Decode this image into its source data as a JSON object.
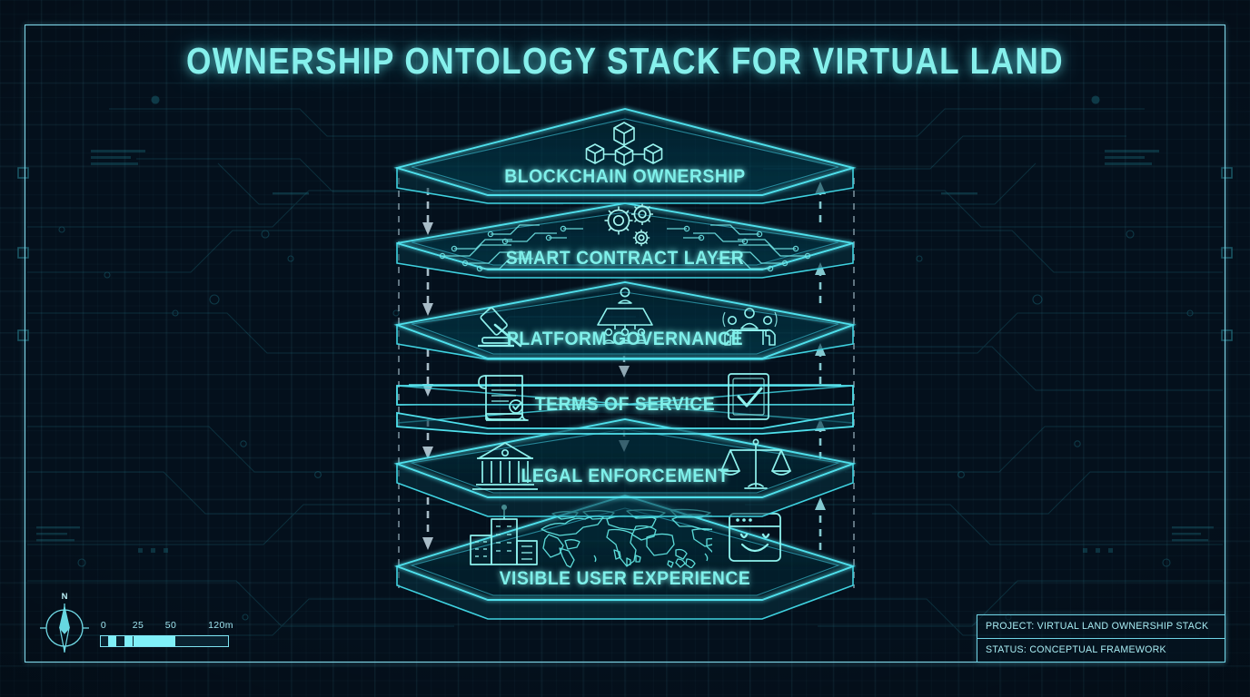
{
  "title": "OWNERSHIP ONTOLOGY STACK FOR VIRTUAL LAND",
  "colors": {
    "accent": "#7ff0ea",
    "line": "#4fd6e0",
    "dim_line": "#2f8ea0",
    "background": "#04101c",
    "grid": "#56c4d6",
    "frame": "#7fd6e8",
    "arrow_down": "#b9ccd6",
    "arrow_center": "#9fb8c4"
  },
  "layers": [
    {
      "label": "BLOCKCHAIN OWNERSHIP",
      "icons": [
        "blockchain-nodes-icon"
      ]
    },
    {
      "label": "SMART CONTRACT LAYER",
      "icons": [
        "circuit-traces-icon",
        "gears-icon"
      ]
    },
    {
      "label": "PLATFORM GOVERNANCE",
      "icons": [
        "gavel-icon",
        "org-chart-icon",
        "meeting-people-icon"
      ]
    },
    {
      "label": "TERMS OF SERVICE",
      "icons": [
        "scroll-document-icon",
        "checkbox-approved-icon"
      ]
    },
    {
      "label": "LEGAL ENFORCEMENT",
      "icons": [
        "courthouse-icon",
        "scales-of-justice-icon"
      ]
    },
    {
      "label": "VISIBLE USER EXPERIENCE",
      "icons": [
        "city-buildings-icon",
        "world-map-icon",
        "smiley-browser-icon"
      ]
    }
  ],
  "compass": {
    "north_label": "N"
  },
  "scalebar": {
    "ticks": [
      "0",
      "25",
      "50",
      "120m"
    ],
    "unit_suffix": "m"
  },
  "legend": {
    "project_line": "PROJECT: VIRTUAL LAND OWNERSHIP STACK",
    "status_line": "STATUS: CONCEPTUAL FRAMEWORK"
  }
}
